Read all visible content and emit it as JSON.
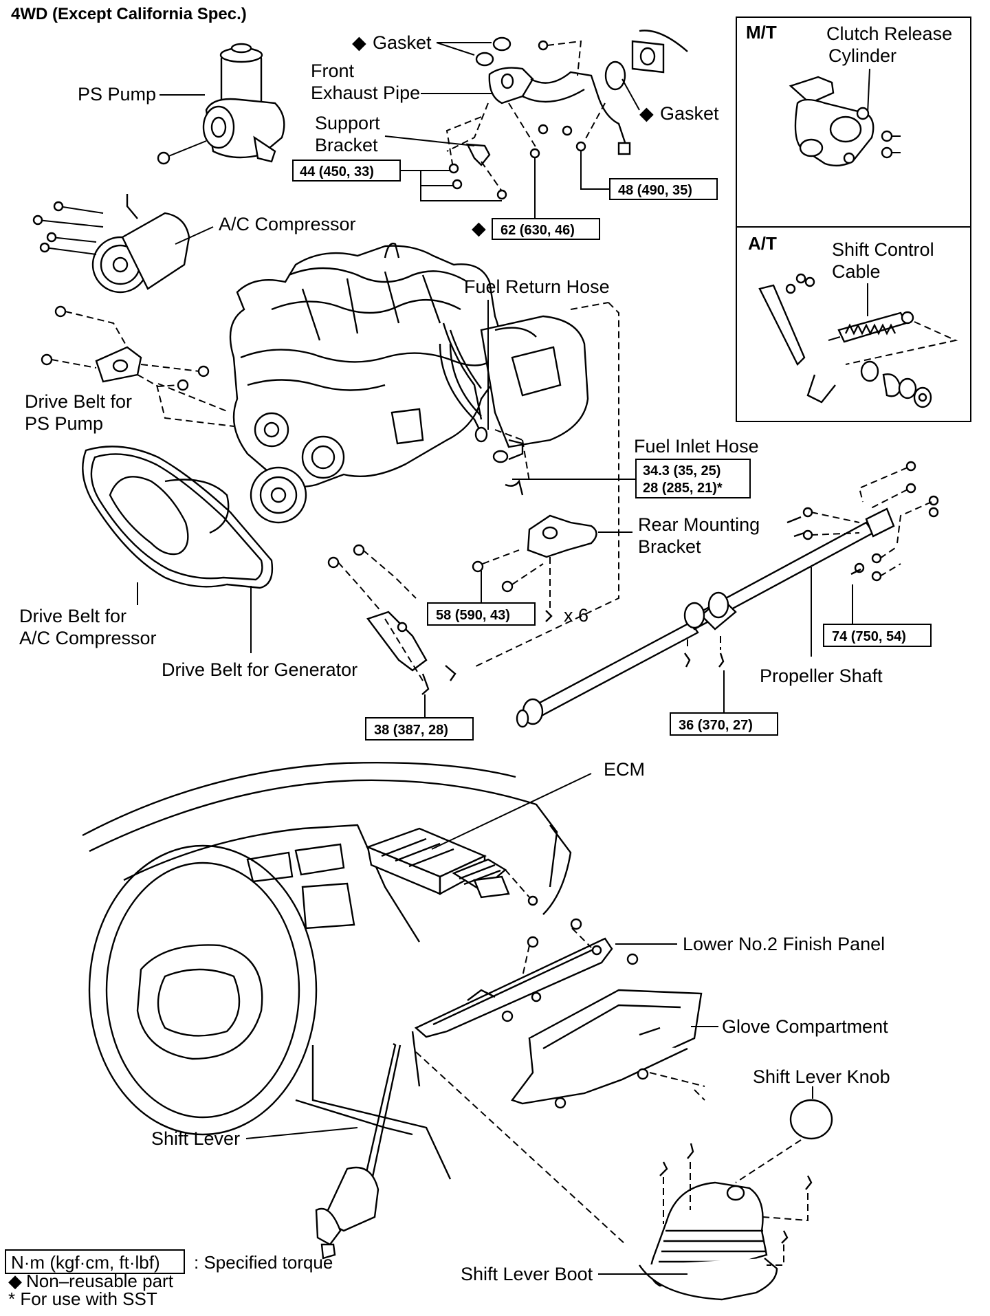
{
  "title": "4WD (Except California Spec.)",
  "labels": {
    "gasket_top": "Gasket",
    "front_exhaust_1": "Front",
    "front_exhaust_2": "Exhaust Pipe",
    "gasket_right": "Gasket",
    "ps_pump": "PS Pump",
    "support_bracket_1": "Support",
    "support_bracket_2": "Bracket",
    "ac_compressor": "A/C Compressor",
    "fuel_return_hose": "Fuel Return Hose",
    "fuel_inlet_hose": "Fuel Inlet Hose",
    "drive_belt_ps_1": "Drive Belt for",
    "drive_belt_ps_2": "PS Pump",
    "rear_mount_1": "Rear Mounting",
    "rear_mount_2": "Bracket",
    "bolts_x6": "x 6",
    "drive_belt_ac_1": "Drive Belt for",
    "drive_belt_ac_2": "A/C Compressor",
    "drive_belt_gen": "Drive Belt for Generator",
    "propeller_shaft": "Propeller Shaft",
    "ecm": "ECM",
    "lower_panel": "Lower No.2 Finish Panel",
    "glove": "Glove Compartment",
    "shift_knob": "Shift Lever Knob",
    "shift_lever": "Shift Lever",
    "shift_boot": "Shift Lever Boot"
  },
  "inset": {
    "mt_heading": "M/T",
    "mt_part_1": "Clutch Release",
    "mt_part_2": "Cylinder",
    "at_heading": "A/T",
    "at_part_1": "Shift Control",
    "at_part_2": "Cable"
  },
  "torques": {
    "t44": "44 (450, 33)",
    "t48": "48 (490, 35)",
    "t62": "62 (630, 46)",
    "t34": "34.3 (35, 25)",
    "t28": "28 (285, 21)*",
    "t58": "58 (590, 43)",
    "t74": "74 (750, 54)",
    "t38": "38 (387, 28)",
    "t36": "36 (370, 27)"
  },
  "legend": {
    "unit_box": "N·m (kgf·cm, ft·lbf)",
    "unit_text": ": Specified torque",
    "nonreusable": "Non–reusable part",
    "sst": "* For use with SST"
  },
  "symbols": {
    "diamond": "◆"
  }
}
